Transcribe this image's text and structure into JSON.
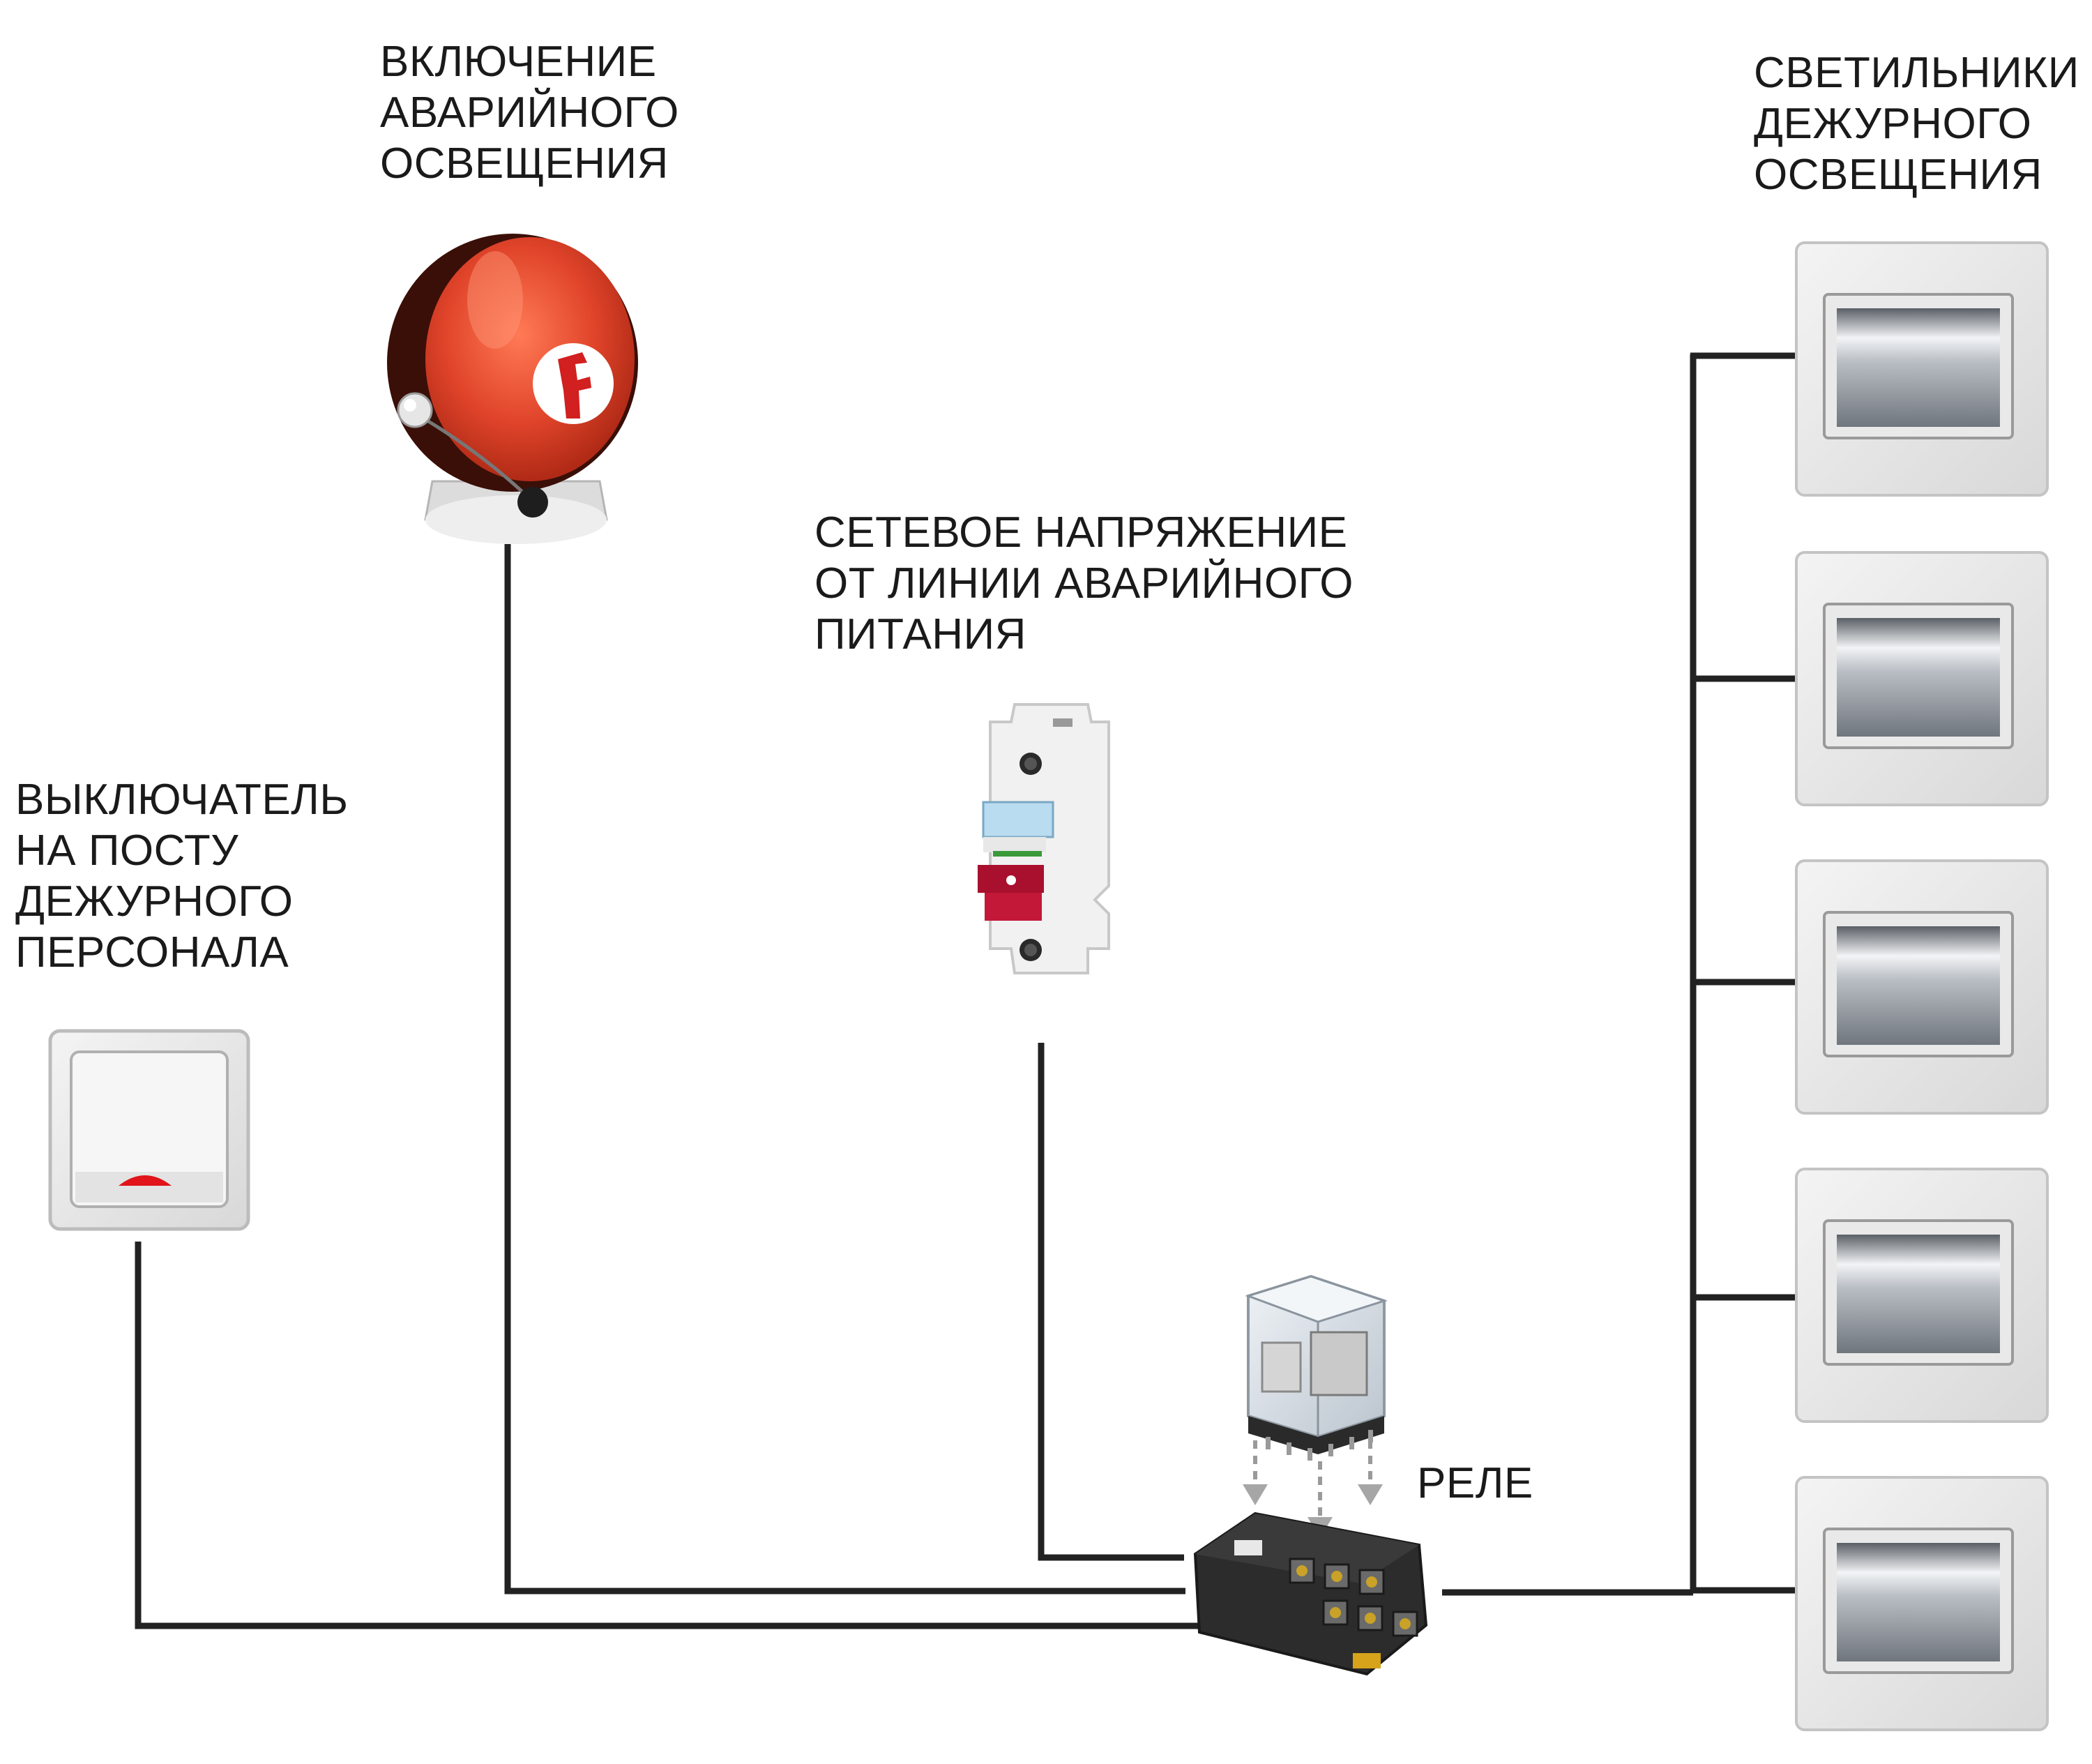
{
  "labels": {
    "emergency_on": [
      "ВКЛЮЧЕНИЕ",
      "АВАРИЙНОГО",
      "ОСВЕЩЕНИЯ"
    ],
    "duty_lights": [
      "СВЕТИЛЬНИКИ",
      "ДЕЖУРНОГО",
      "ОСВЕЩЕНИЯ"
    ],
    "mains_voltage": [
      "СЕТЕВОЕ НАПРЯЖЕНИЕ",
      "ОТ ЛИНИИ АВАРИЙНОГО",
      "ПИТАНИЯ"
    ],
    "duty_switch": [
      "ВЫКЛЮЧАТЕЛЬ",
      "НА ПОСТУ",
      "ДЕЖУРНОГО",
      "ПЕРСОНАЛА"
    ],
    "relay": "РЕЛЕ"
  },
  "devices": {
    "bell_icon": "fire-alarm-bell-icon",
    "breaker_icon": "circuit-breaker-icon",
    "switch_icon": "wall-switch-icon",
    "relay_icon": "relay-icon",
    "relay_socket_icon": "relay-socket-icon",
    "luminaire_icon": "recessed-light-icon",
    "luminaire_count": 5
  },
  "colors": {
    "wire": "#222222",
    "bell_red": "#e0442a",
    "switch_indicator": "#e0141a",
    "breaker_handle": "#a8102e"
  }
}
